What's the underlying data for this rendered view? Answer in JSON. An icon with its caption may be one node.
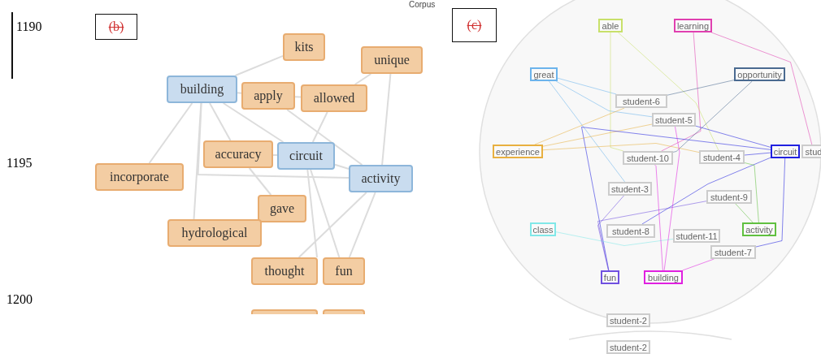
{
  "diagram": {
    "nodes": [
      {
        "text": [
          "kits"
        ]
      },
      {
        "text": [
          "unique"
        ]
      },
      {
        "text": [
          "building"
        ]
      },
      {
        "text": [
          "apply"
        ]
      },
      {
        "text": [
          "allowed"
        ]
      },
      {
        "text": [
          "accuracy"
        ]
      },
      {
        "text": [
          "circuit"
        ]
      },
      {
        "text": [
          "incorporate"
        ]
      },
      {
        "text": [
          "activity"
        ]
      },
      {
        "text": [
          "gave"
        ]
      },
      {
        "text": [
          "hydrological"
        ]
      },
      {
        "text": [
          "thought"
        ]
      },
      {
        "text": [
          "fun"
        ]
      },
      {
        "text": [],
        "shape": "box"
      },
      {
        "text": [],
        "shape": "box"
      },
      {
        "text": [
          "able"
        ]
      },
      {
        "text": [
          "learning"
        ]
      },
      {
        "text": [
          "great"
        ]
      },
      {
        "text": [
          "opportunity"
        ]
      },
      {
        "text": [
          "student-6"
        ]
      },
      {
        "text": [
          "student-5"
        ]
      },
      {
        "text": [
          "experience"
        ]
      },
      {
        "text": [
          "circuit"
        ]
      },
      {
        "text": [
          "stud"
        ]
      },
      {
        "text": [
          "student-10"
        ]
      },
      {
        "text": [
          "student-4"
        ]
      },
      {
        "text": [
          "student-3"
        ]
      },
      {
        "text": [
          "student-9"
        ]
      },
      {
        "text": [
          "class"
        ]
      },
      {
        "text": [
          "student-8"
        ]
      },
      {
        "text": [
          "student-11"
        ]
      },
      {
        "text": [
          "activity"
        ]
      },
      {
        "text": [
          "student-7"
        ]
      },
      {
        "text": [
          "fun"
        ]
      },
      {
        "text": [
          "building"
        ]
      },
      {
        "text": [
          "student-2"
        ]
      },
      {
        "text": [
          "student-2"
        ]
      }
    ],
    "edges": [
      {
        "from": 0,
        "to": 2,
        "arrow": "none"
      },
      {
        "from": 2,
        "to": 3,
        "arrow": "none"
      },
      {
        "from": 3,
        "to": 4,
        "arrow": "none"
      },
      {
        "from": 1,
        "to": 4,
        "arrow": "none"
      },
      {
        "from": 4,
        "to": 6,
        "arrow": "none"
      },
      {
        "from": 1,
        "to": 8,
        "arrow": "none"
      },
      {
        "from": 2,
        "to": 7,
        "arrow": "none"
      },
      {
        "from": 2,
        "to": 10,
        "arrow": "none"
      },
      {
        "from": 2,
        "to": 5,
        "arrow": "none"
      },
      {
        "from": 2,
        "to": 6,
        "arrow": "none"
      },
      {
        "from": 2,
        "to": 8,
        "arrow": "none"
      },
      {
        "from": 3,
        "to": 8,
        "arrow": "none"
      },
      {
        "from": 5,
        "to": 6,
        "arrow": "none"
      },
      {
        "from": 5,
        "to": 9,
        "arrow": "none"
      },
      {
        "from": 6,
        "to": 8,
        "arrow": "none"
      },
      {
        "from": 6,
        "to": 11,
        "arrow": "none"
      },
      {
        "from": 6,
        "to": 12,
        "arrow": "none"
      },
      {
        "from": 8,
        "to": 11,
        "arrow": "none"
      },
      {
        "from": 8,
        "to": 12,
        "arrow": "none"
      },
      {
        "from": 17,
        "to": 19,
        "arrow": "none",
        "color": "#6cb4ec"
      },
      {
        "from": 17,
        "to": 20,
        "arrow": "none",
        "color": "#6cb4ec"
      },
      {
        "from": 17,
        "to": 26,
        "arrow": "none",
        "color": "#6cb4ec"
      },
      {
        "from": 16,
        "to": 24,
        "arrow": "none",
        "color": "#e040b0"
      },
      {
        "from": 16,
        "to": 23,
        "arrow": "none",
        "color": "#e040b0"
      },
      {
        "from": 15,
        "to": 24,
        "arrow": "none",
        "color": "#c8e06a"
      },
      {
        "from": 15,
        "to": 25,
        "arrow": "none",
        "color": "#c8e06a"
      },
      {
        "from": 18,
        "to": 19,
        "arrow": "none",
        "color": "#4a6a90"
      },
      {
        "from": 18,
        "to": 24,
        "arrow": "none",
        "color": "#4a6a90"
      },
      {
        "from": 21,
        "to": 19,
        "arrow": "none",
        "color": "#e8b040"
      },
      {
        "from": 21,
        "to": 20,
        "arrow": "none",
        "color": "#e8b040"
      },
      {
        "from": 21,
        "to": 25,
        "arrow": "none",
        "color": "#e8b040"
      },
      {
        "from": 22,
        "to": 20,
        "arrow": "none",
        "color": "#2020e0"
      },
      {
        "from": 22,
        "to": 25,
        "arrow": "none",
        "color": "#2020e0"
      },
      {
        "from": 22,
        "to": 33,
        "arrow": "none",
        "color": "#2020e0"
      },
      {
        "from": 22,
        "to": 29,
        "arrow": "none",
        "color": "#2020e0"
      },
      {
        "from": 22,
        "to": 32,
        "arrow": "none",
        "color": "#2020e0"
      },
      {
        "from": 28,
        "to": 30,
        "arrow": "none",
        "color": "#80e8e8"
      },
      {
        "from": 33,
        "to": 26,
        "arrow": "none",
        "color": "#7050e0"
      },
      {
        "from": 33,
        "to": 27,
        "arrow": "none",
        "color": "#7050e0"
      },
      {
        "from": 34,
        "to": 24,
        "arrow": "none",
        "color": "#e020e0"
      },
      {
        "from": 34,
        "to": 20,
        "arrow": "none",
        "color": "#e020e0"
      },
      {
        "from": 34,
        "to": 32,
        "arrow": "none",
        "color": "#e020e0"
      },
      {
        "from": 31,
        "to": 27,
        "arrow": "none",
        "color": "#60c040"
      },
      {
        "from": 31,
        "to": 25,
        "arrow": "none",
        "color": "#60c040"
      }
    ],
    "labels": [
      "Corpus",
      "1190",
      "(b)",
      "(c)",
      "1195",
      "1200"
    ]
  }
}
